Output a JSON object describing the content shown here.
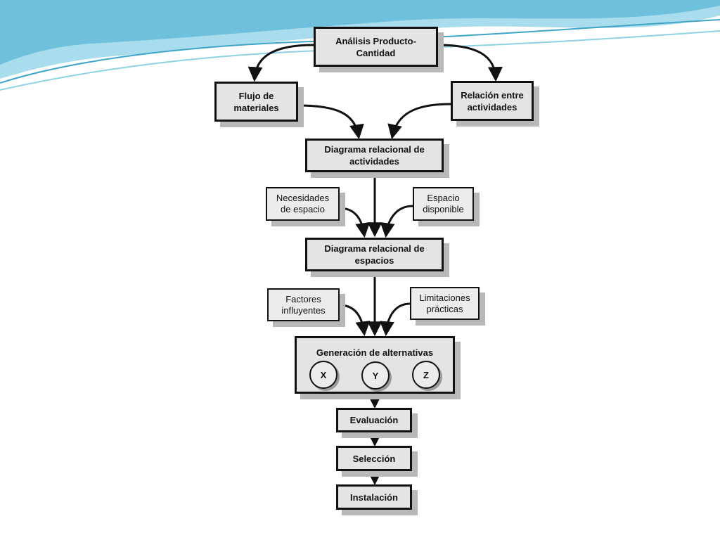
{
  "colors": {
    "box_fill": "#e4e4e4",
    "box_border": "#111111",
    "box_shadow": "#b8b8b8",
    "wave_dark": "#5fb6d3",
    "wave_light": "#b6e3ef"
  },
  "boxes": {
    "analisis": "Análisis Producto-\nCantidad",
    "flujo": "Flujo de\nmateriales",
    "relacion": "Relación entre\nactividades",
    "diag_act": "Diagrama relacional de\nactividades",
    "necesidades": "Necesidades\nde espacio",
    "espacio": "Espacio\ndisponible",
    "diag_esp": "Diagrama relacional de\nespacios",
    "factores": "Factores\ninfluyentes",
    "limitaciones": "Limitaciones\nprácticas",
    "generacion": "Generación de alternativas",
    "evaluacion": "Evaluación",
    "seleccion": "Selección",
    "instalacion": "Instalación"
  },
  "alternatives": [
    "X",
    "Y",
    "Z"
  ]
}
